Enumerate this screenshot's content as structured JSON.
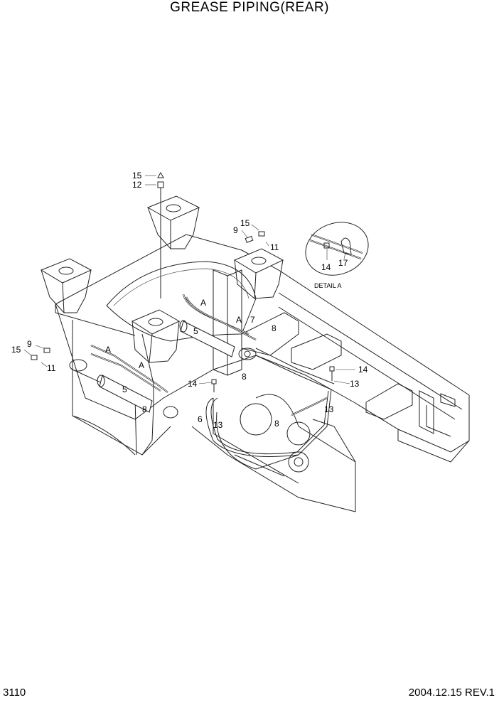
{
  "header": {
    "title": "GREASE PIPING(REAR)"
  },
  "footer": {
    "page_number": "3110",
    "revision": "2004.12.15  REV.1"
  },
  "detail": {
    "caption": "DETAIL A",
    "labels": [
      "14",
      "17"
    ]
  },
  "callouts": {
    "c15_top": "15",
    "c12_top": "12",
    "c15_mid": "15",
    "c9_mid": "9",
    "c11_mid": "11",
    "c15_left": "15",
    "c9_left": "9",
    "c11_left": "11",
    "cA_1": "A",
    "cA_2": "A",
    "cA_3": "A",
    "cA_4": "A",
    "c7": "7",
    "c8_a": "8",
    "c8_b": "8",
    "c8_c": "8",
    "c8_d": "8",
    "c5_a": "5",
    "c5_b": "5",
    "c14_a": "14",
    "c14_b": "14",
    "c6": "6",
    "c13_a": "13",
    "c13_b": "13",
    "c13_c": "13"
  }
}
